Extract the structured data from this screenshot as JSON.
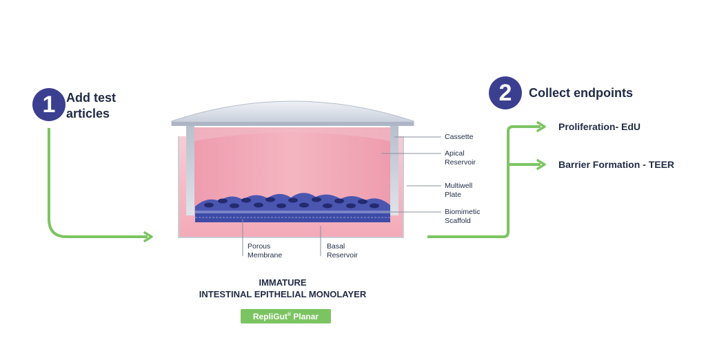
{
  "steps": [
    {
      "number": "1",
      "title_line1": "Add test",
      "title_line2": "articles"
    },
    {
      "number": "2",
      "title": "Collect endpoints"
    }
  ],
  "endpoints": [
    "Proliferation- EdU",
    "Barrier Formation - TEER"
  ],
  "labels": {
    "cassette": "Cassette",
    "apical_1": "Apical",
    "apical_2": "Reservoir",
    "multiwell_1": "Multiwell",
    "multiwell_2": "Plate",
    "biomimetic_1": "Biomimetic",
    "biomimetic_2": "Scaffold",
    "porous_1": "Porous",
    "porous_2": "Membrane",
    "basal_1": "Basal",
    "basal_2": "Reservoir"
  },
  "caption": {
    "line1": "IMMATURE",
    "line2": "INTESTINAL EPITHELIAL MONOLAYER"
  },
  "badge": {
    "name": "RepliGut",
    "mark": "®",
    "suffix": " Planar"
  },
  "colors": {
    "step_circle": "#3a3f8f",
    "arrow": "#7cc462",
    "text": "#1f2a44",
    "media_pink": "#f0a7b5",
    "cell_blue": "#4a56b0"
  }
}
